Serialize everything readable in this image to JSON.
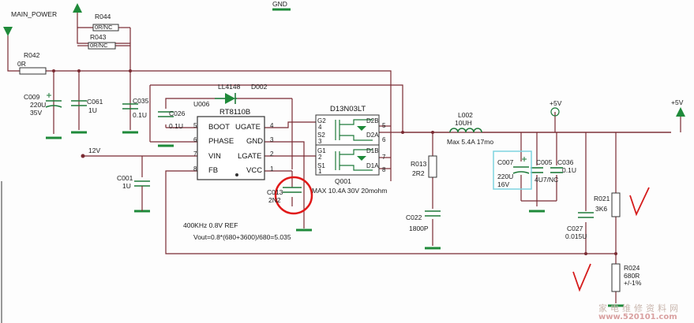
{
  "nets": {
    "main_power": "MAIN_POWER",
    "gnd": "GND",
    "v12": "12V",
    "p5v_a": "+5V",
    "p5v_b": "+5V"
  },
  "components": {
    "r044": {
      "ref": "R044",
      "value": "0R/NC"
    },
    "r043": {
      "ref": "R043",
      "value": "0R/NC"
    },
    "r042": {
      "ref": "R042",
      "value": "0R"
    },
    "c009": {
      "ref": "C009",
      "value": "220U",
      "rating": "35V"
    },
    "c061": {
      "ref": "C061",
      "value": "1U"
    },
    "c035": {
      "ref": "C035",
      "value": "0.1U"
    },
    "c026": {
      "ref": "C026",
      "value": "0.1U"
    },
    "u006": {
      "ref": "U006",
      "part": "RT8110B"
    },
    "d002": {
      "ref": "D002",
      "part": "LL4148"
    },
    "q001": {
      "ref": "Q001",
      "part": "D13N03LT",
      "rating": "MAX 10.4A 30V 20mohm"
    },
    "c001": {
      "ref": "C001",
      "value": "1U"
    },
    "c013": {
      "ref": "C013",
      "value": "2N2"
    },
    "l002": {
      "ref": "L002",
      "value": "10UH",
      "rating": "Max 5.4A 17mo"
    },
    "r013": {
      "ref": "R013",
      "value": "2R2"
    },
    "c022": {
      "ref": "C022",
      "value": "1800P"
    },
    "c007": {
      "ref": "C007",
      "value": "220U",
      "rating": "16V"
    },
    "c005": {
      "ref": "C005",
      "value": "4U7/NC"
    },
    "c036": {
      "ref": "C036",
      "value": "0.1U"
    },
    "r021": {
      "ref": "R021",
      "value": "3K6"
    },
    "c027": {
      "ref": "C027",
      "value": "0.015U"
    },
    "r024": {
      "ref": "R024",
      "value": "680R",
      "tolerance": "+/-1%"
    }
  },
  "ic_pins": {
    "boot": {
      "name": "BOOT",
      "num": "5"
    },
    "phase": {
      "name": "PHASE",
      "num": "6"
    },
    "vin": {
      "name": "VIN",
      "num": "7"
    },
    "fb": {
      "name": "FB",
      "num": "8"
    },
    "ugate": {
      "name": "UGATE",
      "num": "4"
    },
    "gnd": {
      "name": "GND",
      "num": "3"
    },
    "lgate": {
      "name": "LGATE",
      "num": "2"
    },
    "vcc": {
      "name": "VCC",
      "num": "1"
    }
  },
  "mosfet_pins": {
    "g2": "G2",
    "s2": "S2",
    "g1": "G1",
    "s1": "S1",
    "d2b": "D2B",
    "d2a": "D2A",
    "d1b": "D1B",
    "d1a": "D1A",
    "n4": "4",
    "n3": "3",
    "n2": "2",
    "n1": "1",
    "n5": "5",
    "n6": "6",
    "n7": "7",
    "n8": "8"
  },
  "notes": {
    "freq": "400KHz 0.8V REF",
    "vout": "Vout=0.8*(680+3600)/680=5.035"
  },
  "watermark": {
    "cn": "家电维修资料网",
    "url": "www.520101.com"
  },
  "colors": {
    "wire": "#7a2a32",
    "ground": "#1f8a3a",
    "part": "#1f7a3a",
    "highlight": "#e01818",
    "selection": "#7fd3e0"
  }
}
